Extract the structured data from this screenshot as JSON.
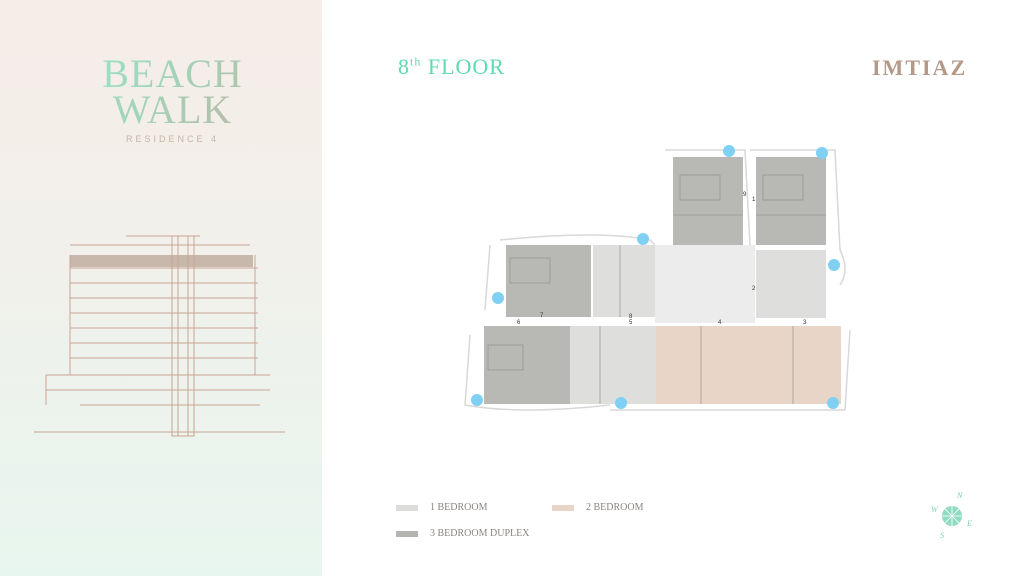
{
  "project": {
    "name_line1": "BEACH",
    "name_line2": "WALK",
    "subtitle": "RESIDENCE 4"
  },
  "header": {
    "floor_number": "8",
    "floor_suffix": "th",
    "floor_label": "FLOOR",
    "brand": "IMTIAZ"
  },
  "plan": {
    "unit_numbers": [
      "1",
      "2",
      "3",
      "4",
      "5",
      "6",
      "7",
      "8",
      "9"
    ]
  },
  "legend": [
    {
      "label": "1 BEDROOM",
      "color": "#dcdcda"
    },
    {
      "label": "2 BEDROOM",
      "color": "#e8d5c8"
    },
    {
      "label": "3 BEDROOM DUPLEX",
      "color": "#b4b4b0"
    }
  ],
  "compass": {
    "n": "N",
    "e": "E",
    "s": "S",
    "w": "W"
  }
}
